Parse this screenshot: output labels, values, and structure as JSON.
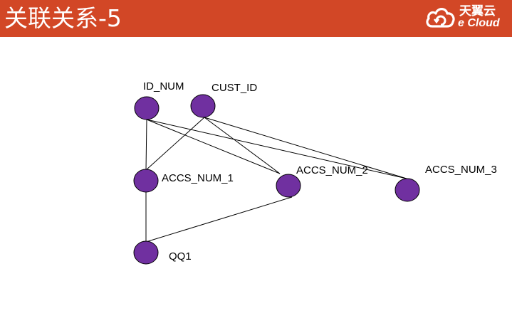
{
  "slide": {
    "title": "关联关系-5",
    "logo": {
      "chinese": "天翼云",
      "english": "e Cloud",
      "icon": "cloud-icon"
    }
  },
  "colors": {
    "header": "#d24726",
    "node_fill": "#7030a0",
    "edge": "#000000"
  },
  "diagram": {
    "nodes": [
      {
        "id": "id_num",
        "label": "ID_NUM"
      },
      {
        "id": "cust_id",
        "label": "CUST_ID"
      },
      {
        "id": "accs_num_1",
        "label": "ACCS_NUM_1"
      },
      {
        "id": "accs_num_2",
        "label": "ACCS_NUM_2"
      },
      {
        "id": "accs_num_3",
        "label": "ACCS_NUM_3"
      },
      {
        "id": "qq1",
        "label": "QQ1"
      }
    ],
    "edges": [
      [
        "id_num",
        "accs_num_1"
      ],
      [
        "id_num",
        "accs_num_2"
      ],
      [
        "id_num",
        "accs_num_3"
      ],
      [
        "cust_id",
        "accs_num_1"
      ],
      [
        "cust_id",
        "accs_num_2"
      ],
      [
        "cust_id",
        "accs_num_3"
      ],
      [
        "accs_num_1",
        "qq1"
      ],
      [
        "accs_num_2",
        "qq1"
      ]
    ]
  }
}
